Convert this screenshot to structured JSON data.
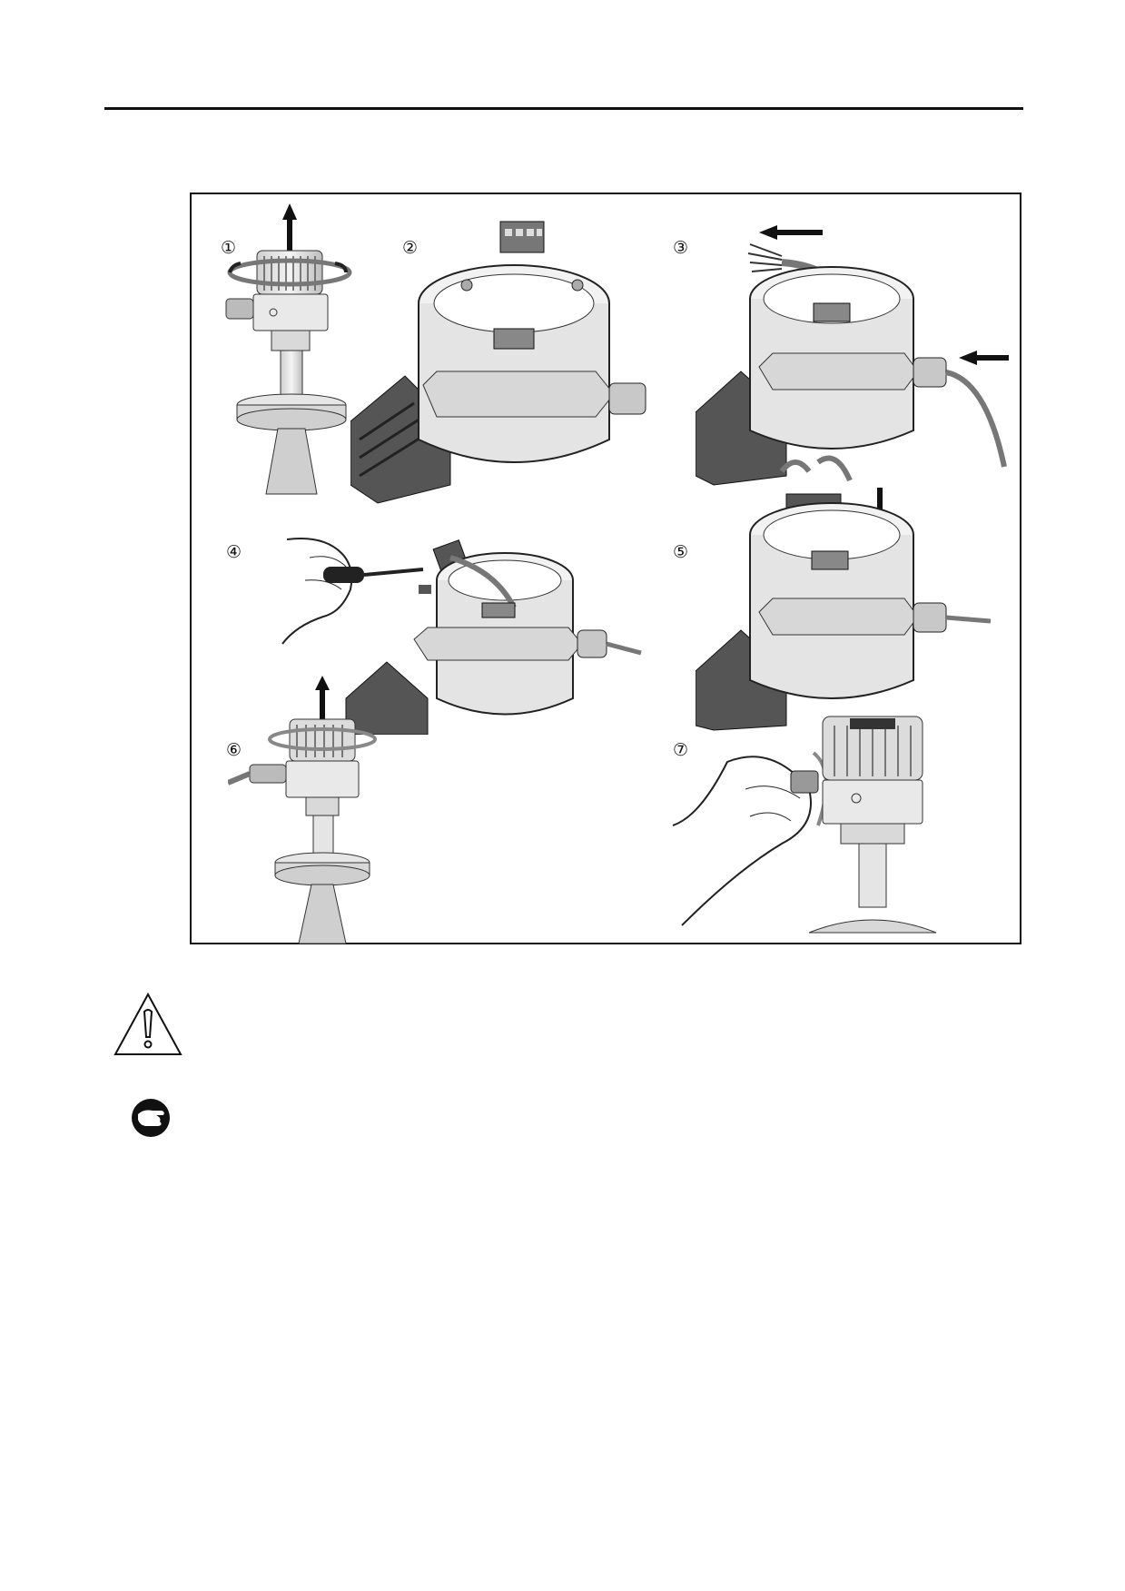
{
  "figure": {
    "steps": [
      "①",
      "②",
      "③",
      "④",
      "⑤",
      "⑥",
      "⑦"
    ]
  },
  "icons": {
    "warning": "warning-triangle-icon",
    "note": "hand-note-icon"
  }
}
